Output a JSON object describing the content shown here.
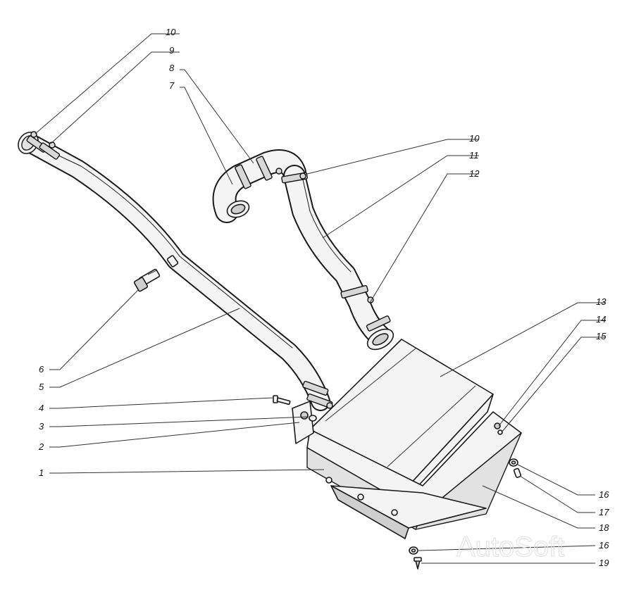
{
  "diagram": {
    "callouts": [
      {
        "id": "c10a",
        "label": "10"
      },
      {
        "id": "c9",
        "label": "9"
      },
      {
        "id": "c8",
        "label": "8"
      },
      {
        "id": "c7",
        "label": "7"
      },
      {
        "id": "c10b",
        "label": "10"
      },
      {
        "id": "c11",
        "label": "11"
      },
      {
        "id": "c12",
        "label": "12"
      },
      {
        "id": "c13",
        "label": "13"
      },
      {
        "id": "c14",
        "label": "14"
      },
      {
        "id": "c15",
        "label": "15"
      },
      {
        "id": "c6",
        "label": "6"
      },
      {
        "id": "c5",
        "label": "5"
      },
      {
        "id": "c4",
        "label": "4"
      },
      {
        "id": "c3",
        "label": "3"
      },
      {
        "id": "c2",
        "label": "2"
      },
      {
        "id": "c1",
        "label": "1"
      },
      {
        "id": "c16a",
        "label": "16"
      },
      {
        "id": "c17",
        "label": "17"
      },
      {
        "id": "c18",
        "label": "18"
      },
      {
        "id": "c16b",
        "label": "16"
      },
      {
        "id": "c19",
        "label": "19"
      }
    ],
    "watermark": "AutoSoft"
  }
}
